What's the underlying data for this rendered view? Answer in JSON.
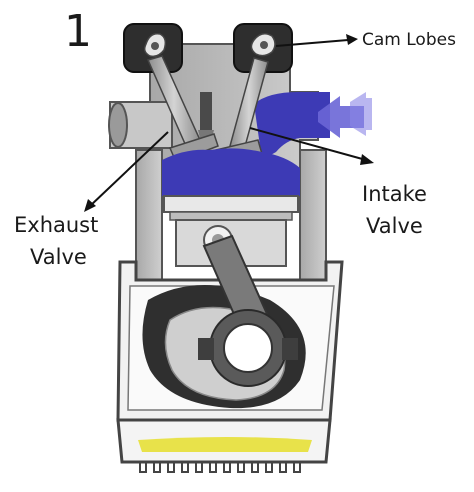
{
  "diagram": {
    "step_number": "1",
    "labels": {
      "cam_lobes": "Cam Lobes",
      "exhaust_line1": "Exhaust",
      "exhaust_line2": "Valve",
      "intake_line1": "Intake",
      "intake_line2": "Valve"
    },
    "colors": {
      "engine_body": "#bdbdbd",
      "engine_dark": "#3a3a3a",
      "intake_gas": "#3d3ab5",
      "intake_arrow": "#6a66d6",
      "oil_sump": "#e8e24a",
      "outline": "#1a1a1a"
    }
  }
}
